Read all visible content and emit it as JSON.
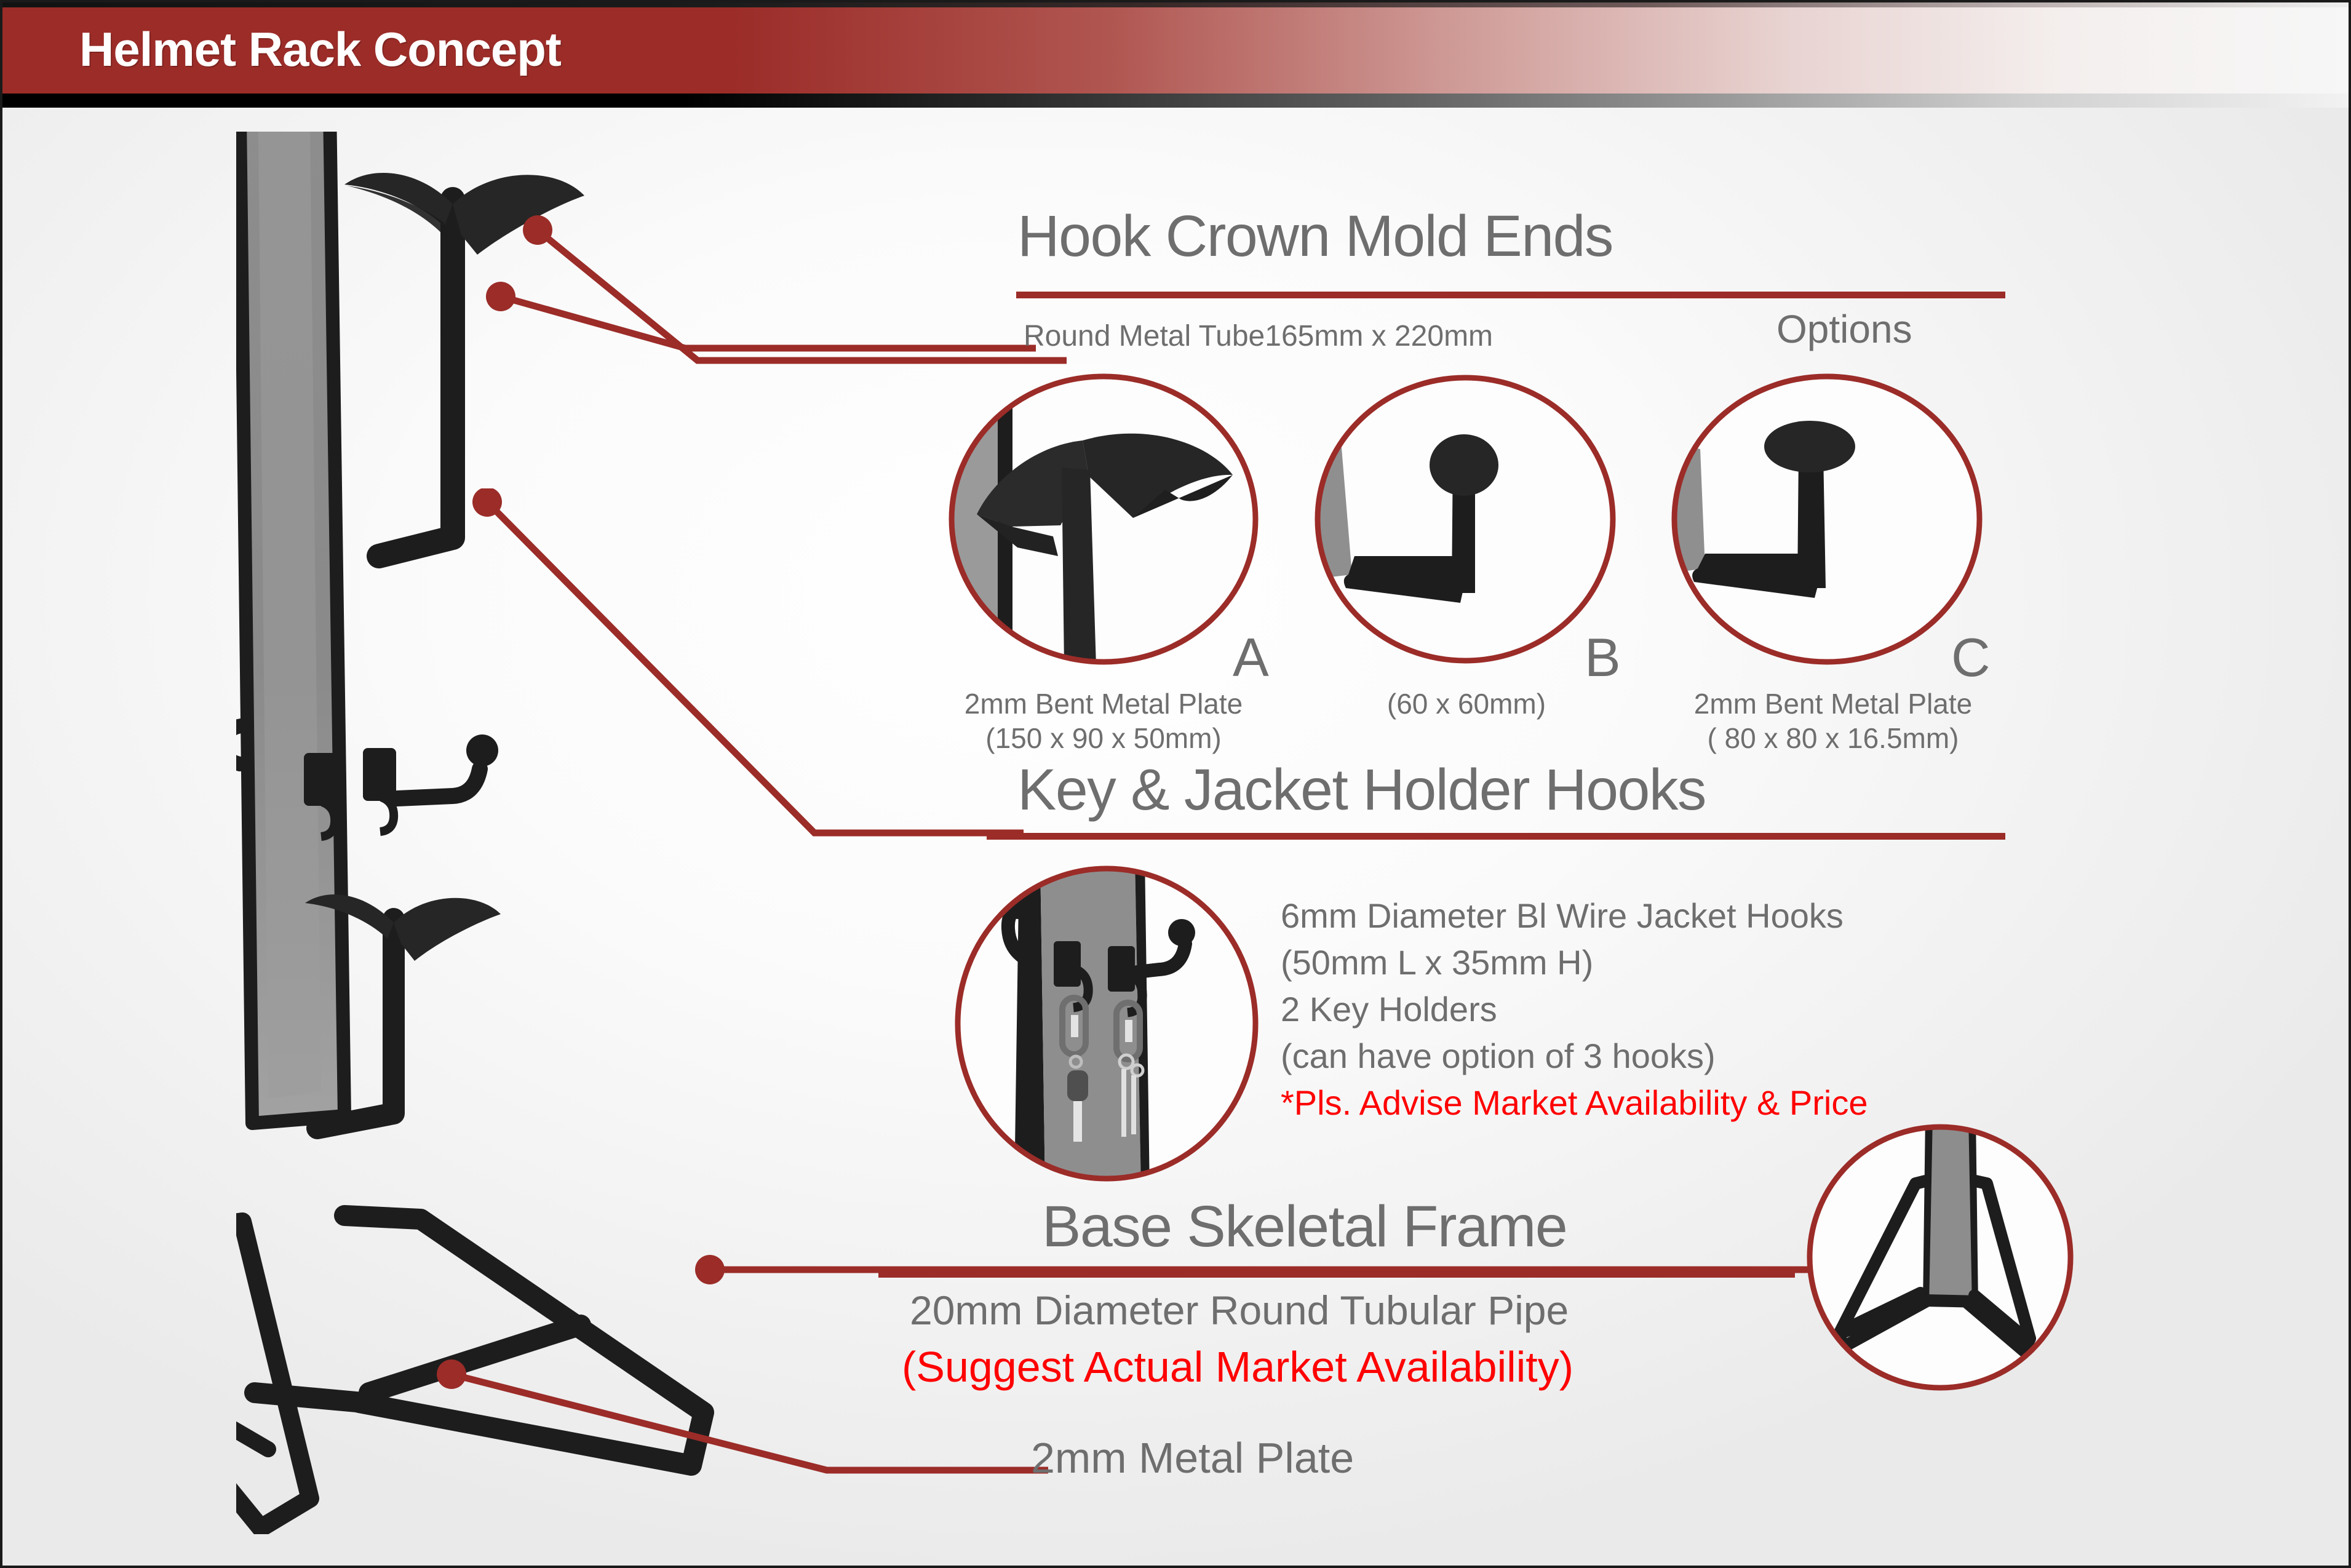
{
  "header": {
    "title": "Helmet Rack Concept",
    "band_color": "#9b2c28"
  },
  "colors": {
    "accent_red": "#9b2c28",
    "alert_red": "#ff0000",
    "body_gray_text": "#6e6e6e",
    "metal_black": "#1d1d1d",
    "post_gray": "#8a8a8a"
  },
  "sections": {
    "hook_crown": {
      "heading": "Hook Crown Mold Ends",
      "options_label": "Options",
      "callout": "Round Metal Tube165mm x 220mm",
      "options": [
        {
          "letter": "A",
          "caption_line1": "2mm Bent Metal Plate",
          "caption_line2": "(150 x 90 x 50mm)",
          "icon": "swept-crown-hook-icon"
        },
        {
          "letter": "B",
          "caption_line1": "(60 x 60mm)",
          "caption_line2": "",
          "icon": "ball-end-hook-icon"
        },
        {
          "letter": "C",
          "caption_line1": "2mm Bent Metal Plate",
          "caption_line2": "( 80 x 80 x 16.5mm)",
          "icon": "mushroom-end-hook-icon"
        }
      ]
    },
    "key_jacket": {
      "heading": "Key & Jacket Holder Hooks",
      "specs": [
        "6mm Diameter Bl Wire Jacket Hooks",
        "(50mm L x 35mm H)",
        "2 Key Holders",
        "(can have option of 3 hooks)"
      ],
      "alert": "*Pls. Advise Market Availability & Price"
    },
    "base_frame": {
      "heading": "Base Skeletal Frame",
      "spec": "20mm Diameter Round Tubular Pipe",
      "alert": "(Suggest Actual Market Availability)"
    },
    "plate": {
      "callout": "2mm Metal Plate"
    }
  }
}
